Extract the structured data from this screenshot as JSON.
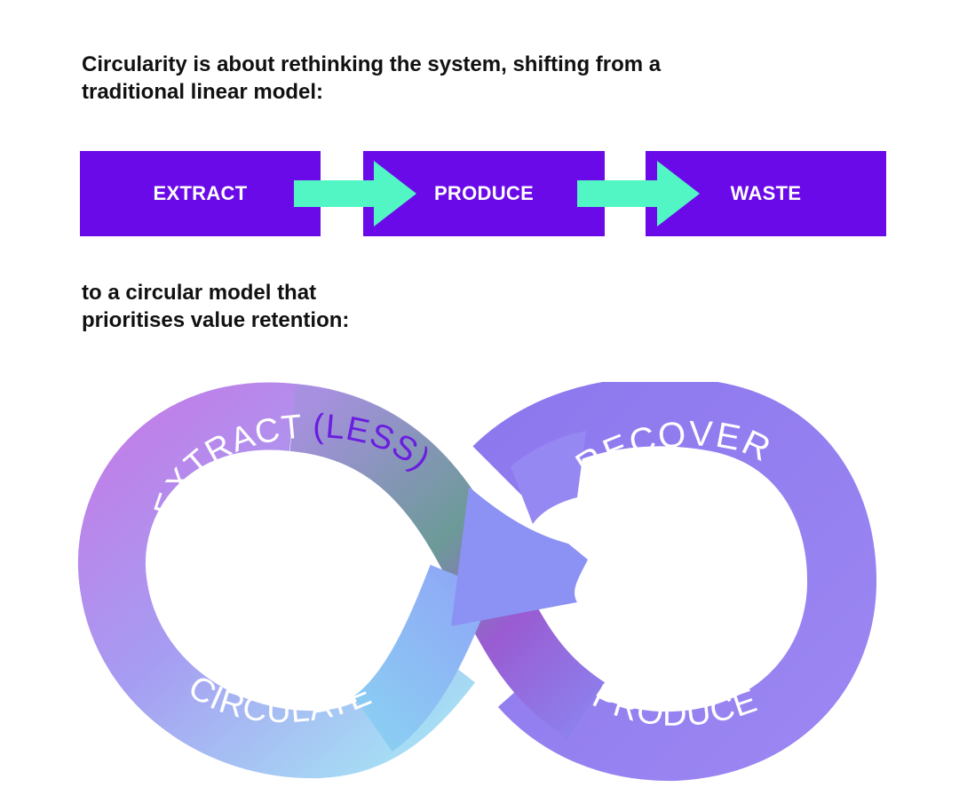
{
  "intro": {
    "line1": "Circularity is about rethinking the system, shifting from a",
    "line2": "traditional linear model:"
  },
  "linear_model": {
    "steps": [
      "EXTRACT",
      "PRODUCE",
      "WASTE"
    ],
    "box_color": "#6a0ae8",
    "arrow_color": "#52f5c4"
  },
  "transition": {
    "line1": "to a circular model that",
    "line2": "prioritises value retention:"
  },
  "circular_model": {
    "extract_label": "EXTRACT",
    "less_label": "(LESS)",
    "recover_label": "RECOVER",
    "produce_label": "PRODUCE",
    "circulate_label": "CIRCULATE",
    "colors": {
      "purple": "#9a72f0",
      "pink": "#cf8ae6",
      "blue": "#8ab2f6",
      "cyan": "#a8e6f2",
      "teal": "#5c9690",
      "less_text": "#6a1ee0"
    }
  }
}
